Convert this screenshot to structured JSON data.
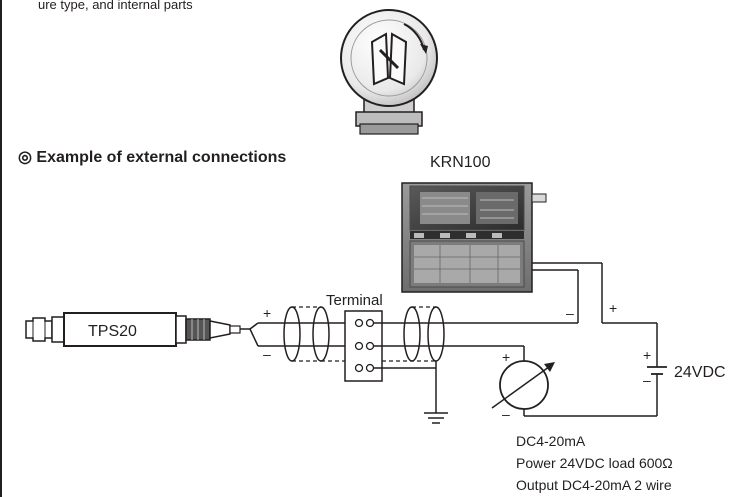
{
  "top_caption": "ure type, and internal parts",
  "heading": "◎ Example of external connections",
  "device_label": "KRN100",
  "sensor_label": "TPS20",
  "terminal_label": "Terminal",
  "signs": {
    "plus": "+",
    "minus": "–"
  },
  "supply_label": "24VDC",
  "spec_lines": [
    "DC4-20mA",
    "Power 24VDC load 600Ω",
    "Output DC4-20mA 2 wire"
  ],
  "colors": {
    "ink": "#231f20",
    "device_body": "#8c8c8c",
    "screen": "#3a3a3a",
    "cap": "#e6e6e6"
  }
}
